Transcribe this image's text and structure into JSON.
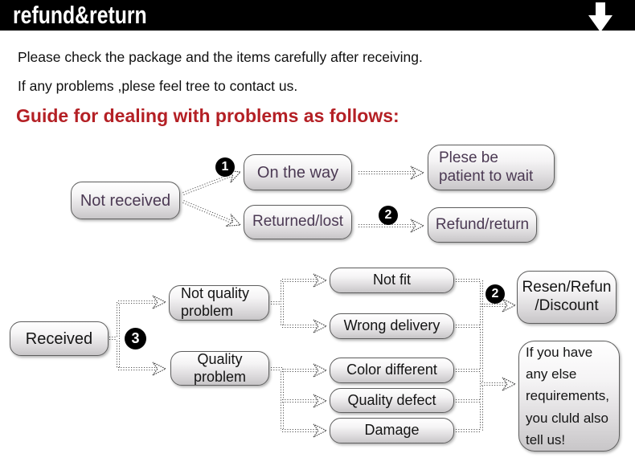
{
  "banner": {
    "title": "refund&return",
    "arrow_icon": "down-arrow"
  },
  "intro": {
    "line1": "Please check the package and the items carefully after receiving.",
    "line2": "If any problems ,plese feel tree to contact us."
  },
  "heading": "Guide for dealing with problems as follows:",
  "colors": {
    "banner_bg": "#000000",
    "heading_red": "#b42025",
    "section1_text": "#4b3953",
    "section2_text": "#141414",
    "badge_bg": "#000000",
    "node_border": "#5e5e5e"
  },
  "flow": {
    "badges": {
      "one": "1",
      "two_a": "2",
      "three": "3",
      "two_b": "2"
    },
    "nodes": {
      "not_received": {
        "label": "Not received"
      },
      "on_the_way": {
        "label": "On the way"
      },
      "returned_lost": {
        "label": "Returned/lost"
      },
      "please_wait": {
        "line1": "Plese be",
        "line2": "patient to wait"
      },
      "refund_return": {
        "label": "Refund/return"
      },
      "received": {
        "label": "Received"
      },
      "not_quality": {
        "line1": "Not quality",
        "line2": "problem"
      },
      "quality": {
        "line1": "Quality",
        "line2": "problem"
      },
      "not_fit": {
        "label": "Not fit"
      },
      "wrong_delivery": {
        "label": "Wrong delivery"
      },
      "color_different": {
        "label": "Color different"
      },
      "quality_defect": {
        "label": "Quality defect"
      },
      "damage": {
        "label": "Damage"
      },
      "resend": {
        "line1": "Resen/Refun",
        "line2": "/Discount"
      },
      "anything_else": {
        "lines": [
          "If you have",
          "any else",
          "requirements,",
          "you cluld also",
          "tell us!"
        ]
      }
    }
  }
}
